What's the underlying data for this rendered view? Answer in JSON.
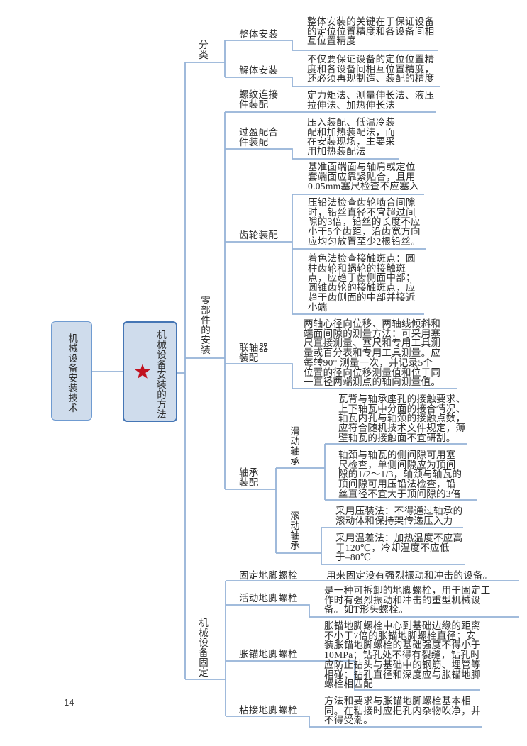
{
  "page": {
    "number": "14"
  },
  "colors": {
    "line": "#95b3d7",
    "box_fill": "#cfdcec",
    "root_border": "#6f9bd1",
    "topic_border": "#4576b5",
    "star": "#c1121f",
    "text": "#2d2d2d"
  },
  "root": {
    "label": "机械设备安装技术"
  },
  "topic": {
    "label": "机械设备安装的方法",
    "icon": "red-star"
  },
  "branches": {
    "classification": {
      "label": "分类",
      "whole": {
        "label": "整体安装",
        "leaf": "整体安装的关键在于保证设备\n的定位位置精度和各设备间相\n互位置精度"
      },
      "disassembled": {
        "label": "解体安装",
        "leaf": "不仅要保证设备的定位位置精\n度和各设备间相互位置精度，\n还必须再现制造、装配的精度"
      }
    },
    "parts_installation": {
      "label": "零部件的安装",
      "threaded": {
        "label": "螺纹连接\n件装配",
        "leaf": "定力矩法、测量伸长法、液压\n拉伸法、加热伸长法"
      },
      "interference": {
        "label": "过盈配合\n件装配",
        "leaf": "压入装配、低温冷装\n配和加热装配法，而\n在安装现场，主要采\n用加热装配法"
      },
      "gear": {
        "label": "齿轮装配",
        "leaf1": "基准面端面与轴肩或定位\n套端面应靠紧贴合，且用\n0.05mm塞尺检查不应塞入",
        "leaf2": "压铅法检查齿轮啮合间隙\n时，铅丝直径不宜超过间\n隙的3倍，铅丝的长度不应\n小于5个齿距，沿齿宽方向\n应均匀放置至少2根铅丝。",
        "leaf3": "着色法检查接触斑点：圆\n柱齿轮和蜗轮的接触斑\n点，应趋于齿侧面中部；\n圆锥齿轮的接触斑点，应\n趋于齿侧面的中部并接近\n小端"
      },
      "coupling": {
        "label": "联轴器\n装配",
        "leaf": "两轴心径向位移、两轴线倾斜和\n端面间隙的测量方法：可采用塞\n尺直接测量、塞尺和专用工具测\n量或百分表和专用工具测量。应\n每转90° 测量一次，并记录5个\n位置的径向位移测量值和位于同\n一直径两端测点的轴向测量值。"
      },
      "bearing": {
        "label": "轴承\n装配",
        "sliding": {
          "label": "滑动轴承",
          "leaf1": "瓦背与轴承座孔的接触要求、\n上下轴瓦中分面的接合情况、\n轴瓦内孔与轴颈的接触点数，\n应符合随机技术文件规定，薄\n壁轴瓦的接触面不宜研刮。",
          "leaf2": "轴颈与轴瓦的侧间隙可用塞\n尺检查，单侧间隙应为顶间\n隙的1/2～1/3，轴颈与轴瓦的\n顶间隙可用压铅法检查，铅\n丝直径不宜大于顶间隙的3倍"
        },
        "rolling": {
          "label": "滚动轴承",
          "leaf1": "采用压装法：不得通过轴承的\n滚动体和保持架传递压入力",
          "leaf2": "采用温差法：加热温度不应高\n于120℃，冷却温度不应低\n于–80℃"
        }
      }
    },
    "equipment_fixing": {
      "label": "机械设备固定",
      "fixed_bolt": {
        "label": "固定地脚螺栓",
        "leaf": "用来固定没有强烈振动和冲击的设备。"
      },
      "movable_bolt": {
        "label": "活动地脚螺栓",
        "leaf": "是一种可拆卸的地脚螺栓，用于固定工\n作时有强烈振动和冲击的重型机械设\n备。如T形头螺栓。"
      },
      "expansion_bolt": {
        "label": "胀锚地脚螺栓",
        "leaf": "胀锚地脚螺栓中心到基础边缘的距离\n不小于7倍的胀锚地脚螺栓直径；安\n装胀锚地脚螺栓的基础强度不得小于\n10MPa；钻孔处不得有裂缝，钻孔时\n应防止钻头与基础中的钢筋、埋管等\n相碰；钻孔直径和深度应与胀锚地脚\n螺栓相匹配",
        "note": ""
      },
      "bonded_bolt": {
        "label": "粘接地脚螺栓",
        "leaf": "方法和要求与胀锚地脚螺栓基本相\n同。在粘接时应把孔内杂物吹净，并\n不得受潮。"
      }
    }
  }
}
